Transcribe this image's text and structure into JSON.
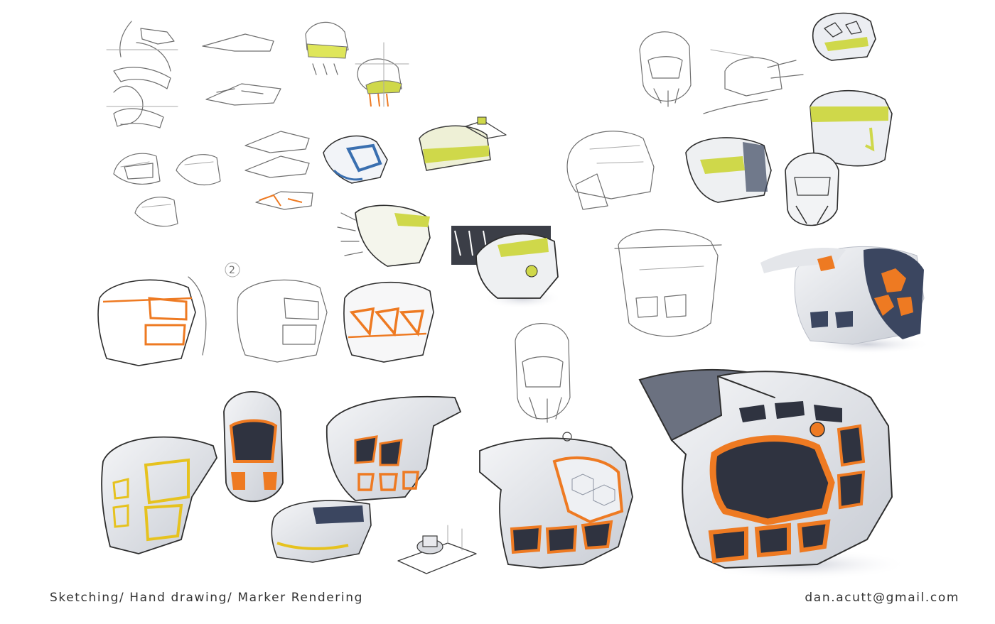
{
  "caption": {
    "left": "Sketching/ Hand drawing/ Marker Rendering",
    "right": "dan.acutt@gmail.com"
  },
  "colors": {
    "background": "#ffffff",
    "accent_orange": "#ee7a22",
    "accent_lime": "#cfd84a",
    "accent_blue": "#3a6fb0",
    "shell_grey": "#d9dbe0",
    "shadow_navy": "#3b4660",
    "ink": "#2e2e2e"
  },
  "depicted_items": [
    "helmet-pencil-sketch",
    "helmet-lime-marker-sketch",
    "helmet-blue-marker-sketch",
    "helmet-orange-marker-sketch",
    "helmet-grey-orange-rendering",
    "helmet-yellow-marker-sketch",
    "camera-mount-sketch"
  ]
}
